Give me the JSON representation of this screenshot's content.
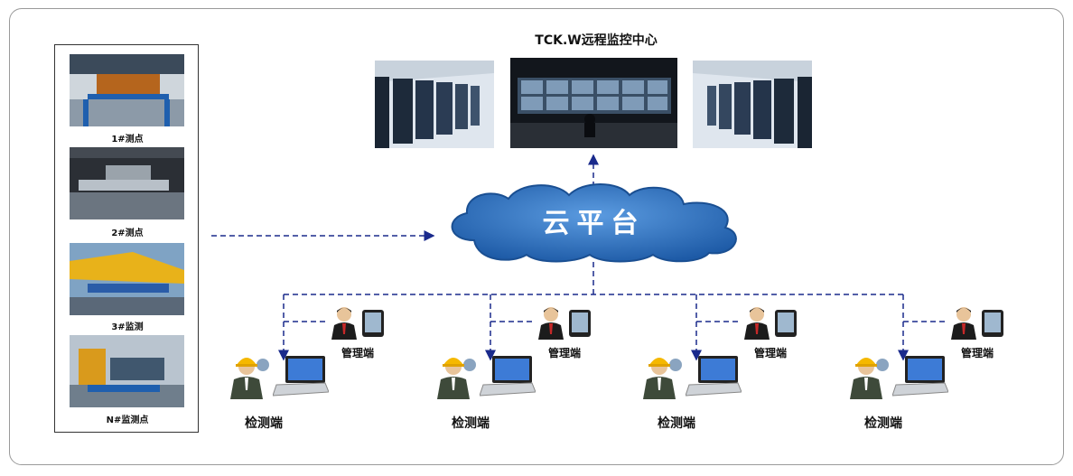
{
  "center_title": "TCK.W远程监控中心",
  "cloud_label": "云平台",
  "monitoring_points": [
    {
      "label": "1#测点"
    },
    {
      "label": "2#测点"
    },
    {
      "label": "3#监测"
    },
    {
      "label": "N#监测点"
    }
  ],
  "clients": [
    {
      "manager_label": "管理端",
      "detector_label": "检测端"
    },
    {
      "manager_label": "管理端",
      "detector_label": "检测端"
    },
    {
      "manager_label": "管理端",
      "detector_label": "检测端"
    },
    {
      "manager_label": "管理端",
      "detector_label": "检测端"
    }
  ],
  "colors": {
    "frame_border": "#9a9a9a",
    "arrow_line": "#1a2a8c",
    "cloud_fill": "#2f6fb8",
    "cloud_text": "#ffffff"
  },
  "icons": [
    "server-room-image",
    "control-room-image",
    "cloud-shape",
    "manager-person-icon",
    "tablet-icon",
    "engineer-helmet-icon",
    "laptop-icon"
  ]
}
